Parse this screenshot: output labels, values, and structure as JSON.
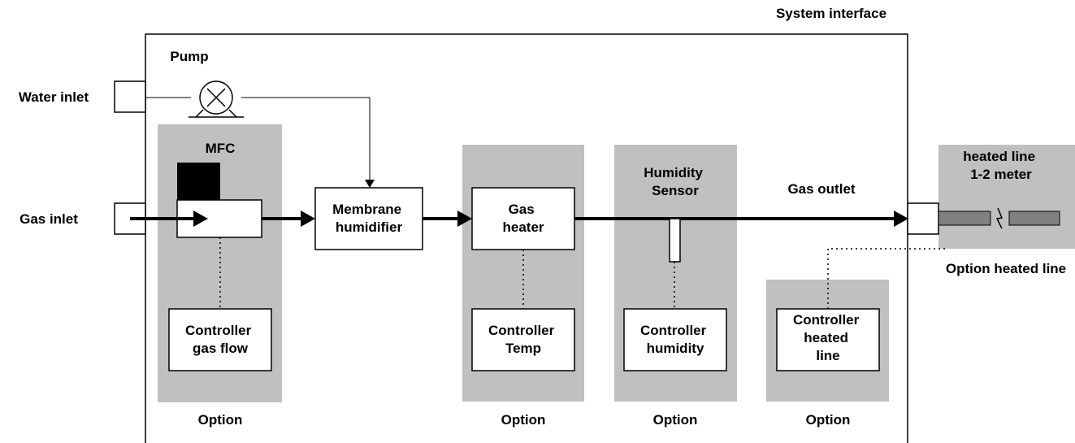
{
  "labels": {
    "system_interface": "System interface",
    "pump": "Pump",
    "water_inlet": "Water inlet",
    "gas_inlet": "Gas inlet",
    "mfc": "MFC",
    "gas_outlet": "Gas outlet",
    "option_heated_line": "Option heated line"
  },
  "boxes": {
    "membrane_humidifier": [
      "Membrane",
      "humidifier"
    ],
    "gas_heater": [
      "Gas",
      "heater"
    ],
    "humidity_sensor": [
      "Humidity",
      "Sensor"
    ],
    "heated_line": [
      "heated line",
      "1-2 meter"
    ],
    "controller_gas_flow": [
      "Controller",
      "gas flow"
    ],
    "controller_temp": [
      "Controller",
      "Temp"
    ],
    "controller_humidity": [
      "Controller",
      "humidity"
    ],
    "controller_heated_line": [
      "Controller",
      "heated",
      "line"
    ]
  },
  "options": {
    "option_1": "Option",
    "option_2": "Option",
    "option_3": "Option",
    "option_4": "Option"
  },
  "colors": {
    "option_panel": "#c0c0c0",
    "mfc_block": "#000000",
    "heated_line_tube": "#808080"
  }
}
